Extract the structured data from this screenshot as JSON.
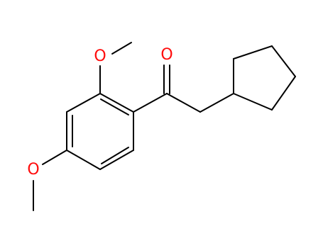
{
  "molecule": {
    "atoms": [
      {
        "id": "o_top_left",
        "label": "O",
        "color": "#ff0d0d"
      },
      {
        "id": "o_ketone",
        "label": "O",
        "color": "#ff0d0d"
      },
      {
        "id": "o_bottom_left",
        "label": "O",
        "color": "#ff0d0d"
      }
    ],
    "colors": {
      "bond": "#000000",
      "oxygen": "#ff0d0d",
      "background": "#ffffff"
    }
  }
}
